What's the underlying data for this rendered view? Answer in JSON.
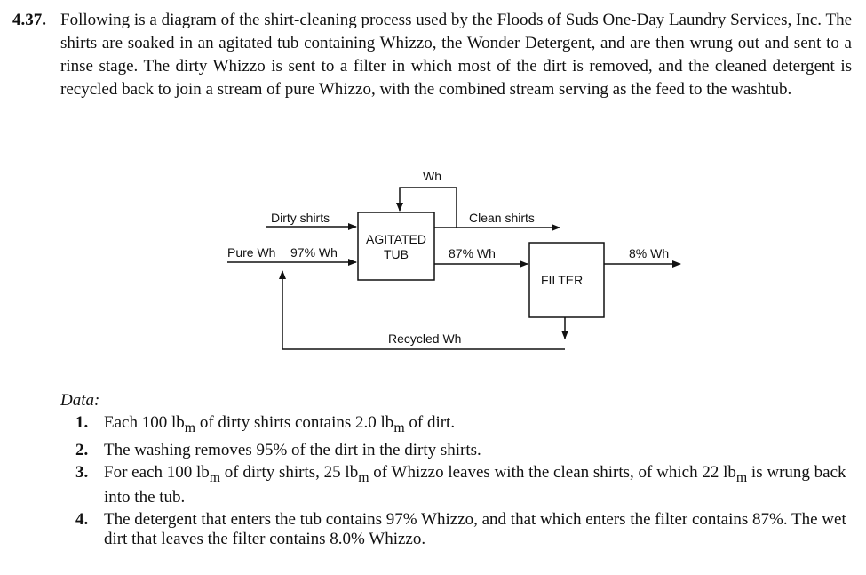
{
  "problem": {
    "number": "4.37.",
    "text": "Following is a diagram of the shirt-cleaning process used by the Floods of Suds One-Day Laundry Services, Inc. The shirts are soaked in an agitated tub containing Whizzo, the Wonder Detergent, and are then wrung out and sent to a rinse stage. The dirty Whizzo is sent to a filter in which most of the dirt is removed, and the cleaned detergent is recycled back to join a stream of pure Whizzo, with the combined stream serving as the feed to the washtub."
  },
  "diagram": {
    "wh_top": "Wh",
    "dirty_shirts": "Dirty shirts",
    "clean_shirts": "Clean shirts",
    "pure_wh": "Pure Wh",
    "wh_97": "97% Wh",
    "tub_line1": "AGITATED",
    "tub_line2": "TUB",
    "wh_87": "87% Wh",
    "wh_8": "8% Wh",
    "filter": "FILTER",
    "recycled": "Recycled Wh"
  },
  "data": {
    "title": "Data:",
    "items": [
      {
        "n": "1.",
        "a": "Each 100 lb",
        "b": " of dirty shirts contains 2.0 lb",
        "c": " of dirt.",
        "sub": "m"
      },
      {
        "n": "2.",
        "text": "The washing removes 95% of the dirt in the dirty shirts."
      },
      {
        "n": "3.",
        "a": "For each 100 lb",
        "b": " of dirty shirts, 25 lb",
        "c": " of Whizzo leaves with the clean shirts, of which 22 lb",
        "d": " is wrung back into the tub.",
        "sub": "m"
      },
      {
        "n": "4.",
        "text": "The detergent that enters the tub contains 97% Whizzo, and that which enters the filter contains 87%. The wet dirt that leaves the filter contains 8.0% Whizzo."
      }
    ]
  }
}
